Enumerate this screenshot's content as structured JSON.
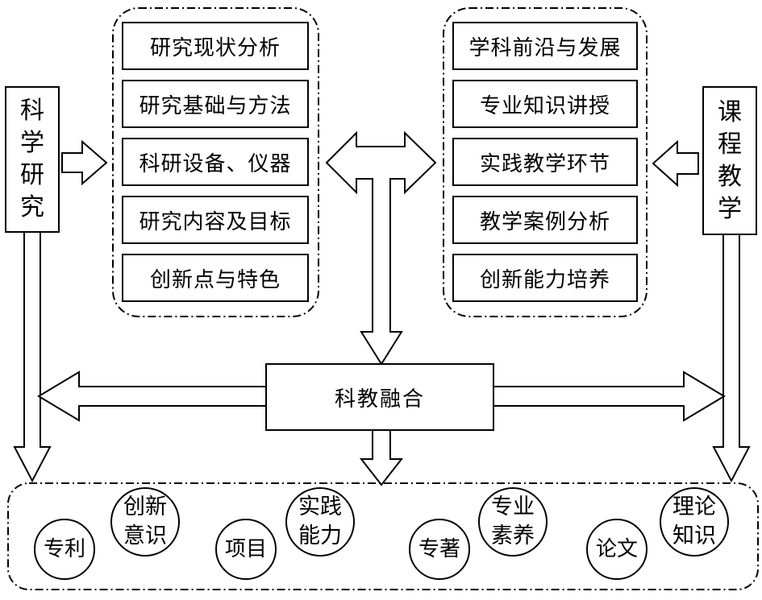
{
  "left_column": {
    "items": [
      "研究现状分析",
      "研究基础与方法",
      "科研设备、仪器",
      "研究内容及目标",
      "创新点与特色"
    ]
  },
  "right_column": {
    "items": [
      "学科前沿与发展",
      "专业知识讲授",
      "实践教学环节",
      "教学案例分析",
      "创新能力培养"
    ]
  },
  "left_side": {
    "label": "科学研究",
    "chars": [
      "科",
      "学",
      "研",
      "究"
    ]
  },
  "right_side": {
    "label": "课程教学",
    "chars": [
      "课",
      "程",
      "教",
      "学"
    ]
  },
  "center": {
    "label": "科教融合"
  },
  "outcomes": [
    {
      "lines": [
        "专利"
      ]
    },
    {
      "lines": [
        "创新",
        "意识"
      ]
    },
    {
      "lines": [
        "项目"
      ]
    },
    {
      "lines": [
        "实践",
        "能力"
      ]
    },
    {
      "lines": [
        "专著"
      ]
    },
    {
      "lines": [
        "专业",
        "素养"
      ]
    },
    {
      "lines": [
        "论文"
      ]
    },
    {
      "lines": [
        "理论",
        "知识"
      ]
    }
  ]
}
